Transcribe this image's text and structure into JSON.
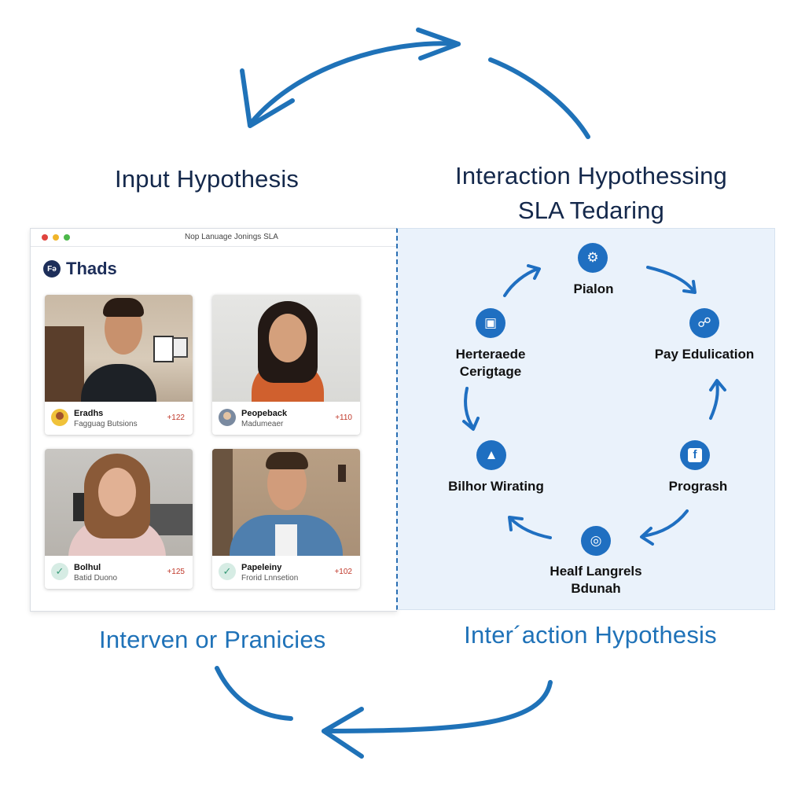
{
  "headings": {
    "top_left": "Input Hypothesis",
    "top_right_line1": "Interaction Hypothessing",
    "top_right_line2": "SLA Tedaring",
    "bottom_left": "Interven or  Pranicies",
    "bottom_right": "Inter´action Hypothesis"
  },
  "window": {
    "title": "Nop Lanuage Jonings SLA",
    "brand_logo": "Fə",
    "brand_name": "Thads",
    "traffic_light_colors": [
      "#e0443e",
      "#f0b52a",
      "#4cb84a"
    ],
    "cards": [
      {
        "name": "Eradhs",
        "subtitle": "Fagguag Butsions",
        "count": "+122",
        "avatar_icon": "user-avatar"
      },
      {
        "name": "Peopeback",
        "subtitle": "Madumeaer",
        "count": "+110",
        "avatar_icon": "user-avatar"
      },
      {
        "name": "Bolhul",
        "subtitle": "Batid Duono",
        "count": "+125",
        "avatar_icon": "check-icon"
      },
      {
        "name": "Papeleiny",
        "subtitle": "Frorid Lnnsetion",
        "count": "+102",
        "avatar_icon": "check-icon"
      }
    ]
  },
  "cycle": {
    "accent": "#1f6fc1",
    "nodes": [
      {
        "label": "Pialon",
        "icon": "puzzle-icon"
      },
      {
        "label": "Pay Edulication",
        "icon": "share-icon"
      },
      {
        "label": "Progrash",
        "icon": "facebook-icon"
      },
      {
        "label": "Healf Langrels\nBdunah",
        "icon": "globe-icon"
      },
      {
        "label": "Bilhor Wirating",
        "icon": "mountain-icon"
      },
      {
        "label": "Herteraede\nCerigtage",
        "icon": "briefcase-icon"
      }
    ]
  }
}
